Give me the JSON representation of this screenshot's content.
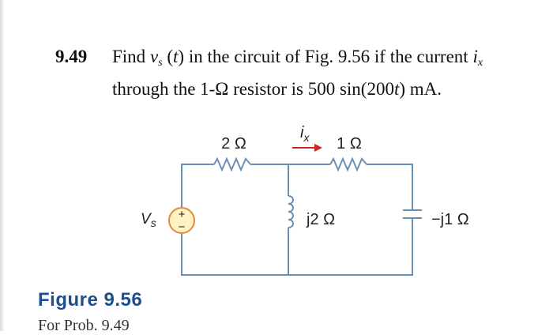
{
  "problem": {
    "number": "9.49",
    "line1_a": "Find ",
    "v": "v",
    "v_sub": "s",
    "line1_b": " (",
    "t1": "t",
    "line1_c": ") in the circuit of Fig. 9.56 if the current ",
    "i": "i",
    "i_sub": "x",
    "line2_a": "through the 1-Ω resistor is 500 sin(200",
    "t2": "t",
    "line2_b": ") mA."
  },
  "circuit": {
    "r1_label": "2 Ω",
    "current_label": "i",
    "current_sub": "x",
    "r2_label": "1 Ω",
    "inductor_label": "j2 Ω",
    "capacitor_label": "−j1 Ω",
    "source_label": "V",
    "source_sub": "s",
    "plus": "+",
    "minus": "−",
    "colors": {
      "wire": "#6a8fb3",
      "arrow": "#c62828",
      "source_fill": "#fff3c4",
      "source_stroke": "#e08a3c"
    }
  },
  "figure": {
    "title": "Figure 9.56",
    "caption": "For Prob. 9.49"
  }
}
